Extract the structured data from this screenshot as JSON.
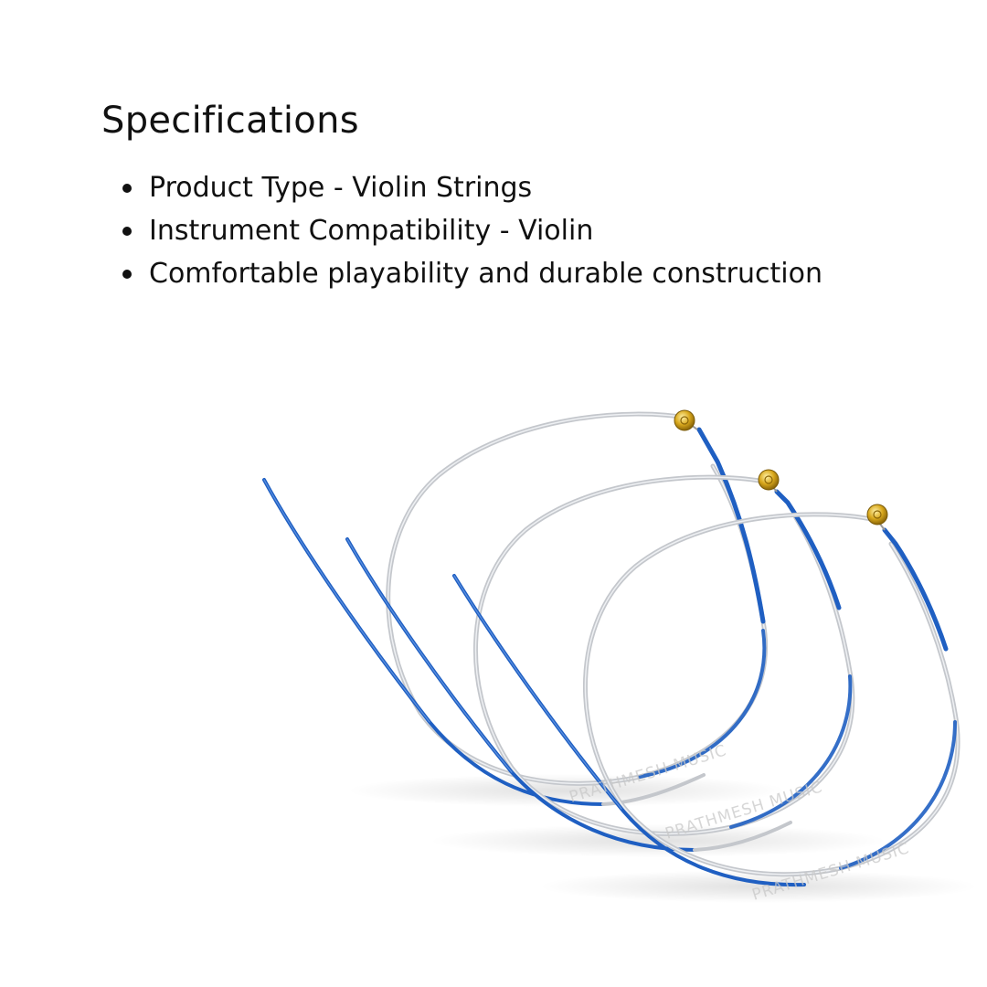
{
  "heading": "Specifications",
  "specs": [
    "Product Type - Violin Strings",
    "Instrument Compatibility - Violin",
    "Comfortable playability and durable construction"
  ],
  "product_image": {
    "subject": "violin strings",
    "watermark": "PRATHMESH MUSIC",
    "colors": {
      "silk_wrap": "#1f5fc2",
      "wire": "#c4c7cc",
      "ball_end": "#d9a81c"
    }
  }
}
